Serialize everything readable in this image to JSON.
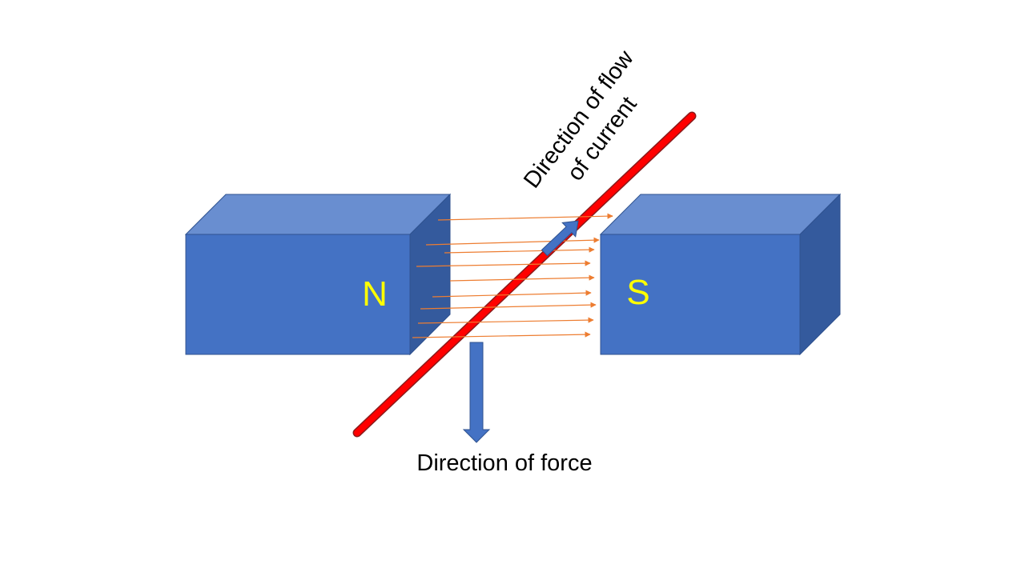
{
  "magnets": {
    "north_label": "N",
    "south_label": "S"
  },
  "labels": {
    "current_line1": "Direction of flow",
    "current_line2": "of current",
    "force": "Direction of force"
  },
  "colors": {
    "magnet_front": "#4472C4",
    "magnet_top": "#698ED0",
    "magnet_side": "#345A9D",
    "magnet_edge": "#2F528F",
    "pole_text": "#FFFF00",
    "wire": "#FF0000",
    "wire_outline": "#8B1A1A",
    "field_lines": "#ED7D31",
    "arrows": "#4472C4"
  },
  "field_line_count": 9
}
